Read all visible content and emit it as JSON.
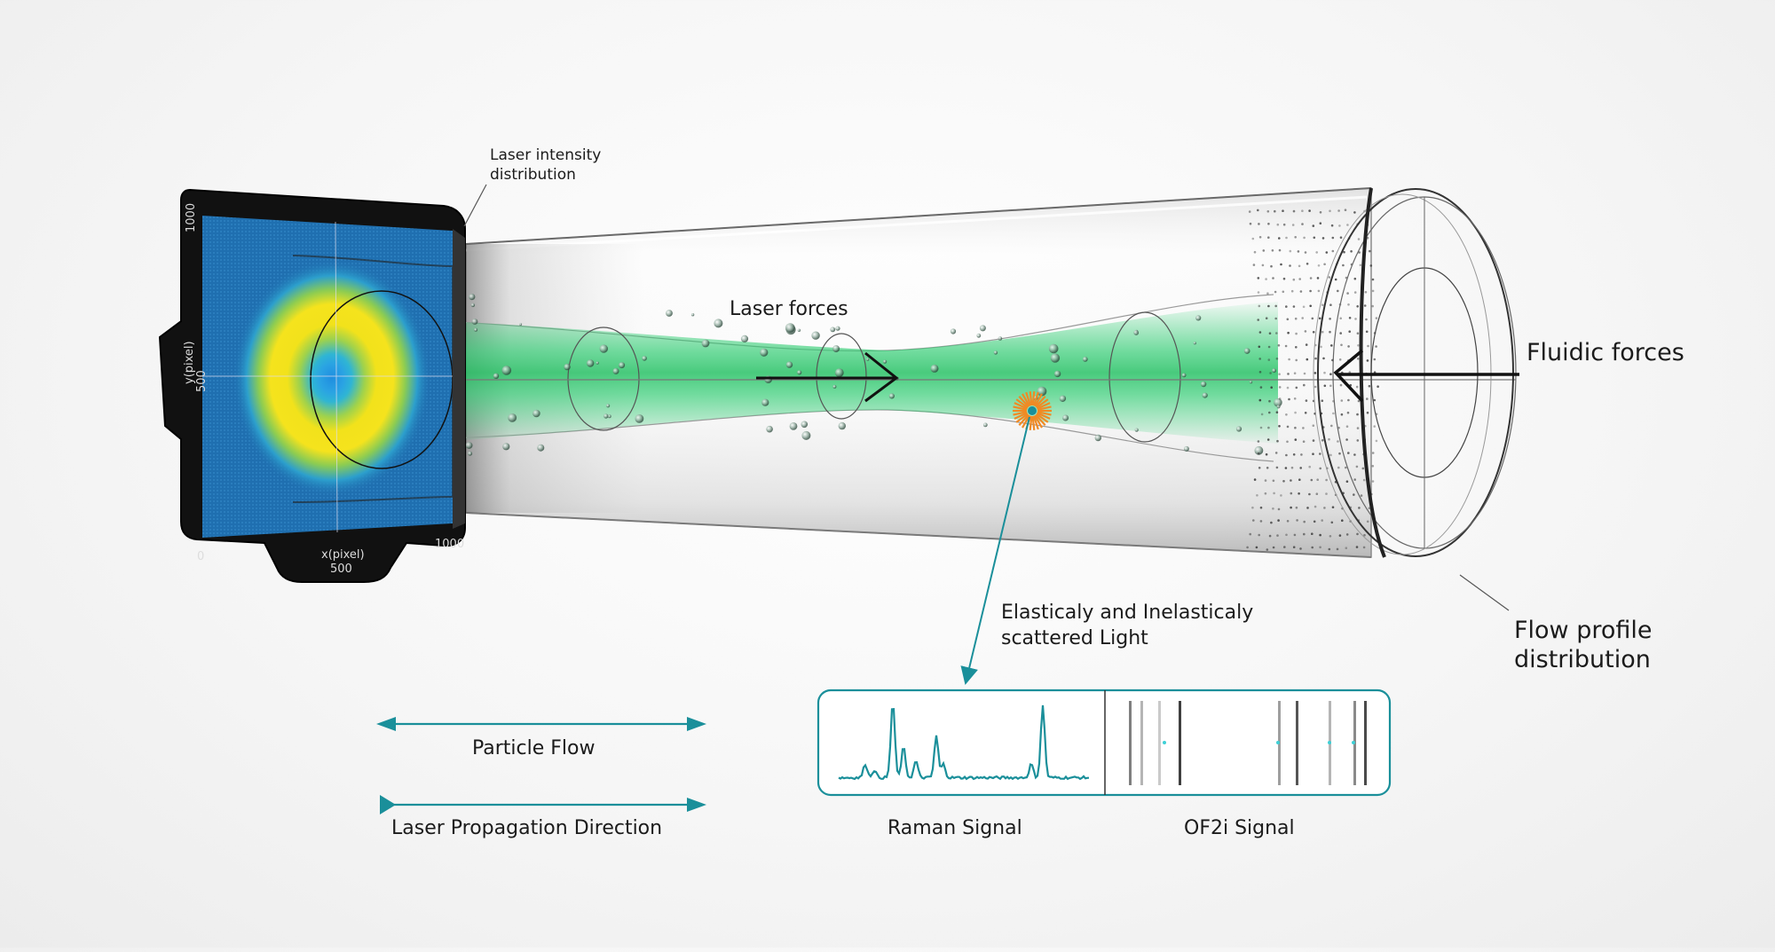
{
  "labels": {
    "laser_intensity_line1": "Laser intensity",
    "laser_intensity_line2": "distribution",
    "laser_forces": "Laser forces",
    "fluidic_forces": "Fluidic forces",
    "scattered_line1": "Elasticaly and Inelasticaly",
    "scattered_line2": "scattered Light",
    "flow_profile_line1": "Flow profile",
    "flow_profile_line2": "distribution",
    "particle_flow": "Particle Flow",
    "laser_propagation": "Laser Propagation Direction",
    "raman_signal": "Raman Signal",
    "of2i_signal": "OF2i Signal"
  },
  "sensor": {
    "y_axis_label": "y(pixel)",
    "x_axis_label": "x(pixel)",
    "y_tick_top": "1000",
    "y_tick_mid": "500",
    "x_tick_right": "1000",
    "x_tick_mid": "500",
    "origin_tick": "0"
  },
  "colors": {
    "accent": "#1a8f9a",
    "laser_green": "#2ecc71",
    "scatter_orange": "#f08a24",
    "sensor_blue": "#1f6fb0",
    "ring_yellow": "#f2e21b"
  }
}
